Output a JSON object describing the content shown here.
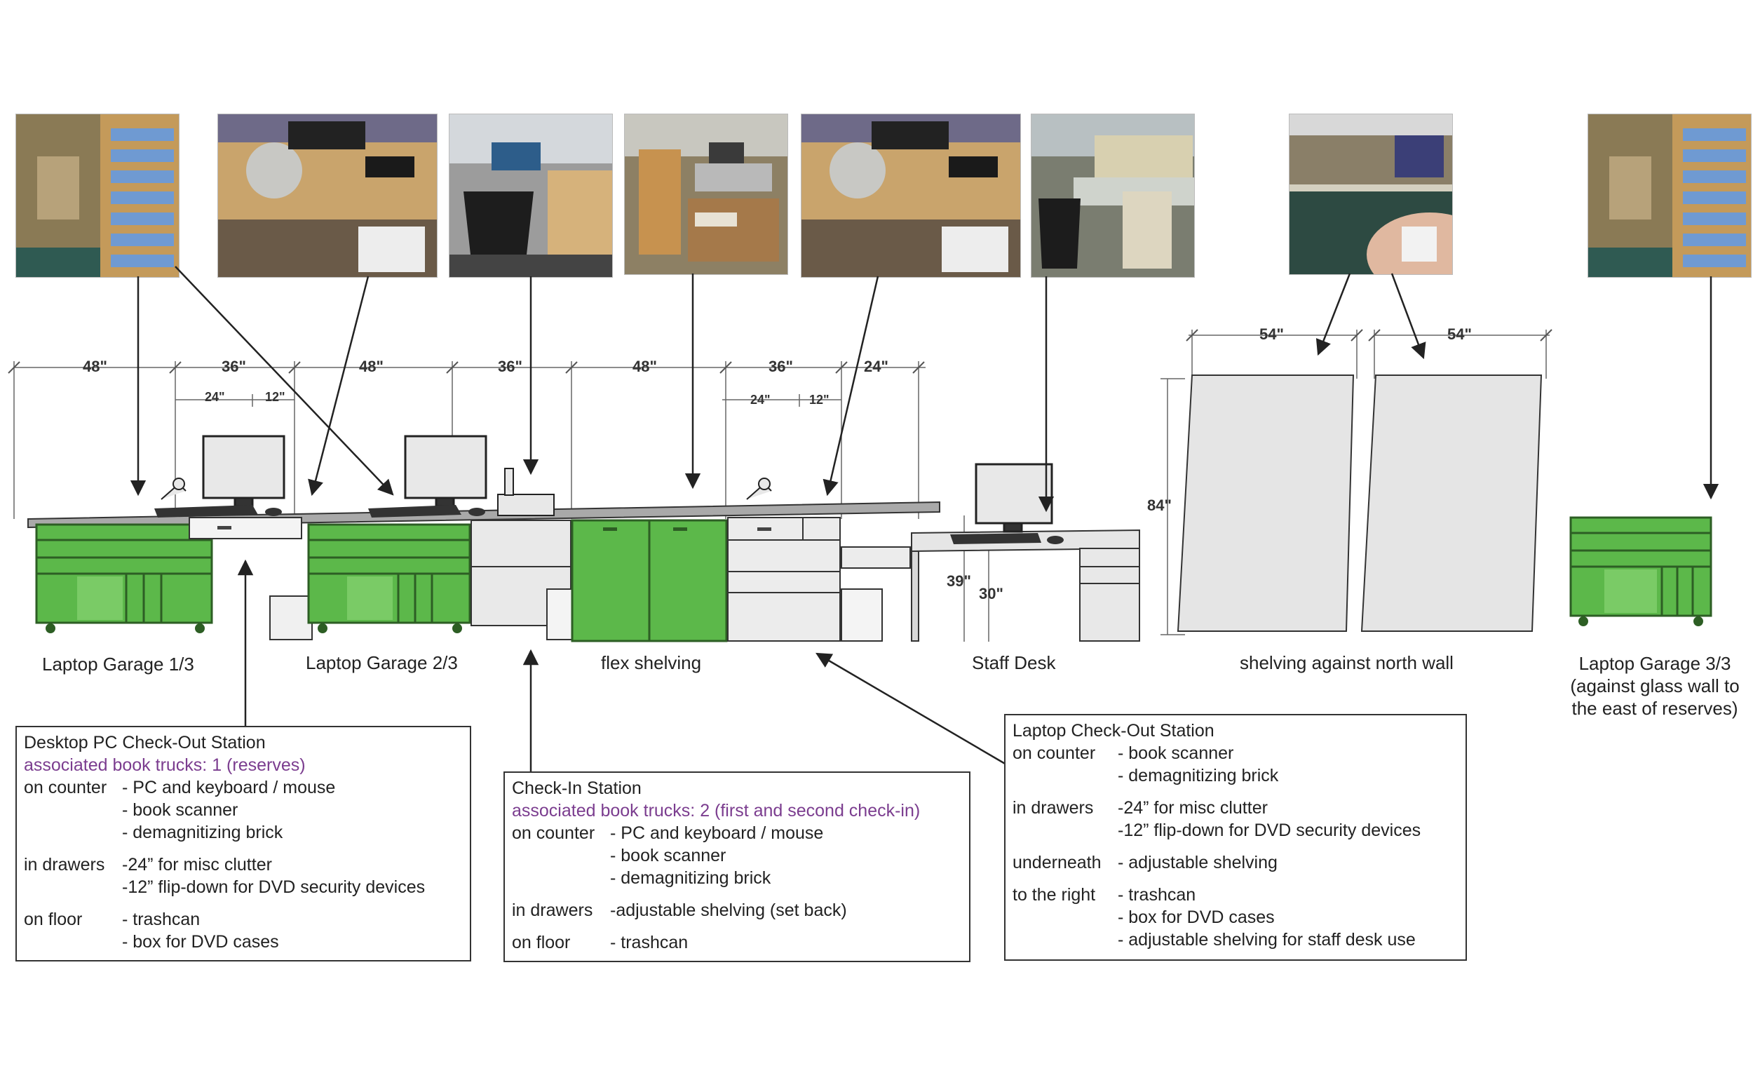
{
  "photos": [
    {
      "name": "photo-laptop-garage-1",
      "subject": "laptop cart shelving"
    },
    {
      "name": "photo-desk-counter-1",
      "subject": "counter top with scanner"
    },
    {
      "name": "photo-chair-drawers",
      "subject": "chair and drawer unit"
    },
    {
      "name": "photo-flex-shelving",
      "subject": "flex shelving area"
    },
    {
      "name": "photo-desk-counter-2",
      "subject": "counter top with scanner"
    },
    {
      "name": "photo-staff-desk",
      "subject": "staff desk"
    },
    {
      "name": "photo-north-wall-shelving",
      "subject": "shelving against wall"
    },
    {
      "name": "photo-laptop-garage-3",
      "subject": "laptop cart shelving"
    }
  ],
  "dimensions": {
    "top_row": [
      "48\"",
      "36\"",
      "48\"",
      "36\"",
      "48\"",
      "36\"",
      "24\""
    ],
    "sub_left": [
      "24\"",
      "12\""
    ],
    "sub_right": [
      "24\"",
      "12\""
    ],
    "shelving_width_a": "54\"",
    "shelving_width_b": "54\"",
    "shelving_height": "84\"",
    "desk_height_a": "39\"",
    "desk_height_b": "30\""
  },
  "labels": {
    "laptop_garage_1": "Laptop Garage 1/3",
    "laptop_garage_2": "Laptop Garage 2/3",
    "flex_shelving": "flex shelving",
    "staff_desk": "Staff Desk",
    "north_wall": "shelving against north wall",
    "laptop_garage_3": "Laptop Garage 3/3\n(against glass wall to\nthe east of reserves)"
  },
  "boxes": {
    "desktop": {
      "title": "Desktop PC Check-Out Station",
      "sub": "associated book trucks: 1 (reserves)",
      "groups": [
        {
          "key": "on counter",
          "items": [
            "- PC and keyboard / mouse",
            "- book scanner",
            "- demagnitizing brick"
          ]
        },
        {
          "key": "in drawers",
          "items": [
            "-24” for misc clutter",
            "-12” flip-down for DVD security devices"
          ]
        },
        {
          "key": "on floor",
          "items": [
            "- trashcan",
            "- box for DVD cases"
          ]
        }
      ]
    },
    "checkin": {
      "title": "Check-In Station",
      "sub": "associated book trucks: 2 (first and second check-in)",
      "groups": [
        {
          "key": "on counter",
          "items": [
            "- PC and keyboard / mouse",
            "- book scanner",
            "- demagnitizing brick"
          ]
        },
        {
          "key": "in drawers",
          "items": [
            "-adjustable shelving (set back)"
          ]
        },
        {
          "key": "on floor",
          "items": [
            "- trashcan"
          ]
        }
      ]
    },
    "laptop": {
      "title": "Laptop Check-Out Station",
      "sub": "",
      "groups": [
        {
          "key": "on counter",
          "items": [
            "- book scanner",
            "- demagnitizing brick"
          ]
        },
        {
          "key": "in drawers",
          "items": [
            "-24” for misc clutter",
            "-12” flip-down for DVD security devices"
          ]
        },
        {
          "key": "underneath",
          "items": [
            "- adjustable shelving"
          ]
        },
        {
          "key": "to the right",
          "items": [
            "- trashcan",
            "- box for DVD cases",
            "- adjustable shelving for staff desk use"
          ]
        }
      ]
    }
  },
  "colors": {
    "cabinet_green": "#5cb84a",
    "cabinet_dark": "#2d5e24",
    "counter_gray": "#a9a9a9",
    "purple_text": "#7b3d8f"
  }
}
